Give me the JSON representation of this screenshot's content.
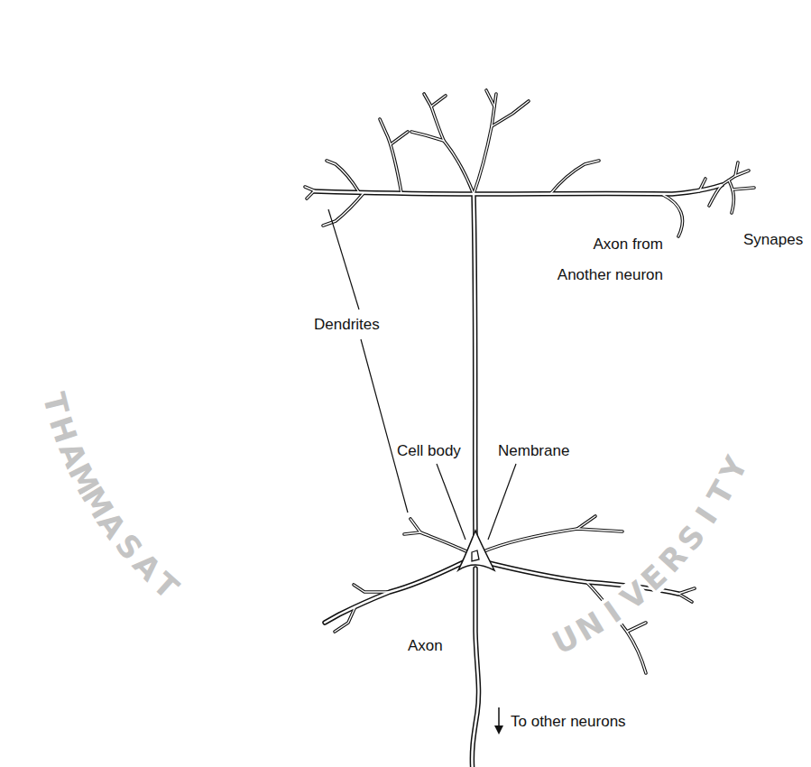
{
  "diagram": {
    "labels": [
      "Axon from Another neuron",
      "Synapes",
      "Dendrites",
      "Cell body",
      "Nembrane",
      "Axon",
      "To other neurons",
      "THAMMASAT UNIVERSITY"
    ]
  }
}
